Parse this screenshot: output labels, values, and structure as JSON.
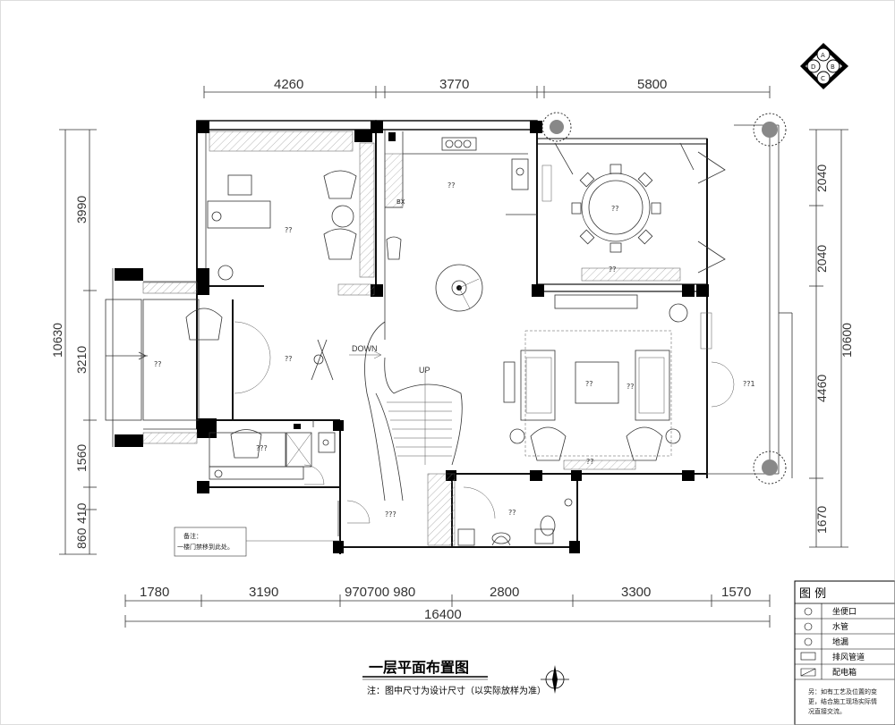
{
  "title": "一层平面布置图",
  "note": "注：图中尺寸为设计尺寸（以实际放样为准）",
  "top_dims": [
    "4260",
    "3770",
    "5800"
  ],
  "bottom_dims": [
    "1780",
    "3190",
    "970700 980",
    "2800",
    "3300",
    "1570"
  ],
  "total_dim": "16400",
  "left_dims": [
    "3990",
    "10630",
    "3210",
    "1560",
    "860",
    "410"
  ],
  "right_dims": [
    "2040",
    "2040",
    "4460",
    "1670",
    "10600"
  ],
  "rooms": {
    "study": "??",
    "kitchen": "??",
    "dining": "??",
    "foyer": "??",
    "entry": "??",
    "living": "??",
    "coffee_table": "??",
    "sideboard": "??",
    "bathroom": "???",
    "stair_room": "???",
    "toilet": "??",
    "terrace": "??1",
    "tv": "??"
  },
  "labels": {
    "down": "DOWN",
    "up": "UP",
    "bx": "BX"
  },
  "remark": {
    "title": "备注：",
    "body": "一楼门禁移到此处。"
  },
  "compass": {
    "letters": [
      "A",
      "D",
      "B",
      "C"
    ]
  },
  "legend": {
    "title": "图  例",
    "items": [
      "坐便口",
      "水管",
      "地漏",
      "排风管道",
      "配电箱"
    ],
    "footnote": [
      "另：如有工艺及位置的变",
      "更，结合施工现场实际情",
      "况直接交流。"
    ]
  }
}
